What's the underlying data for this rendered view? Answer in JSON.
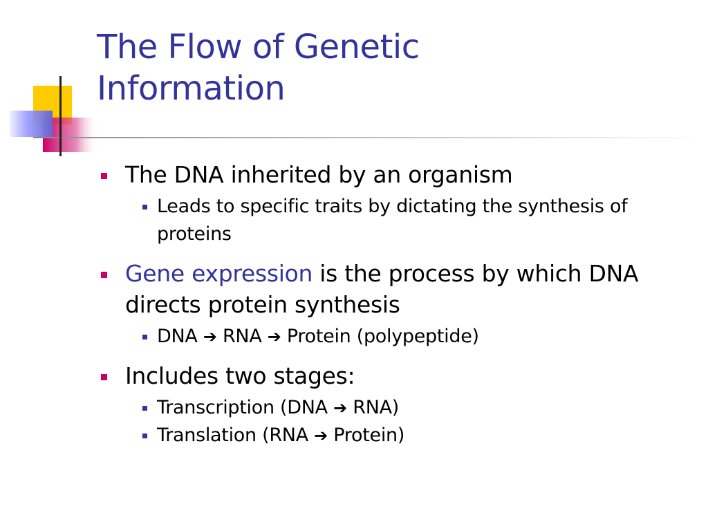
{
  "colors": {
    "title": "#333399",
    "accent": "#333399",
    "bullet_level1": "#cc0066",
    "bullet_level2": "#333399",
    "deco_yellow": "#ffcc00",
    "deco_magenta": "#cc0066",
    "deco_lavender": "#9999ff"
  },
  "title": {
    "line1": "The Flow of Genetic",
    "line2": "Information"
  },
  "bullets": [
    {
      "text": "The DNA inherited by an organism",
      "sub": [
        {
          "text": "Leads to specific traits by dictating the synthesis of proteins"
        }
      ]
    },
    {
      "highlight": "Gene expression",
      "rest": " is the process by which DNA directs protein synthesis",
      "sub": [
        {
          "a": "DNA",
          "arrow1": "➔",
          "b": "RNA",
          "arrow2": "➔",
          "c": "Protein (polypeptide)"
        }
      ]
    },
    {
      "text": "Includes two stages:",
      "sub": [
        {
          "a": "Transcription (DNA",
          "arrow": "➔",
          "b": "RNA)"
        },
        {
          "a": "Translation (RNA",
          "arrow": "➔",
          "b": "Protein)"
        }
      ]
    }
  ]
}
